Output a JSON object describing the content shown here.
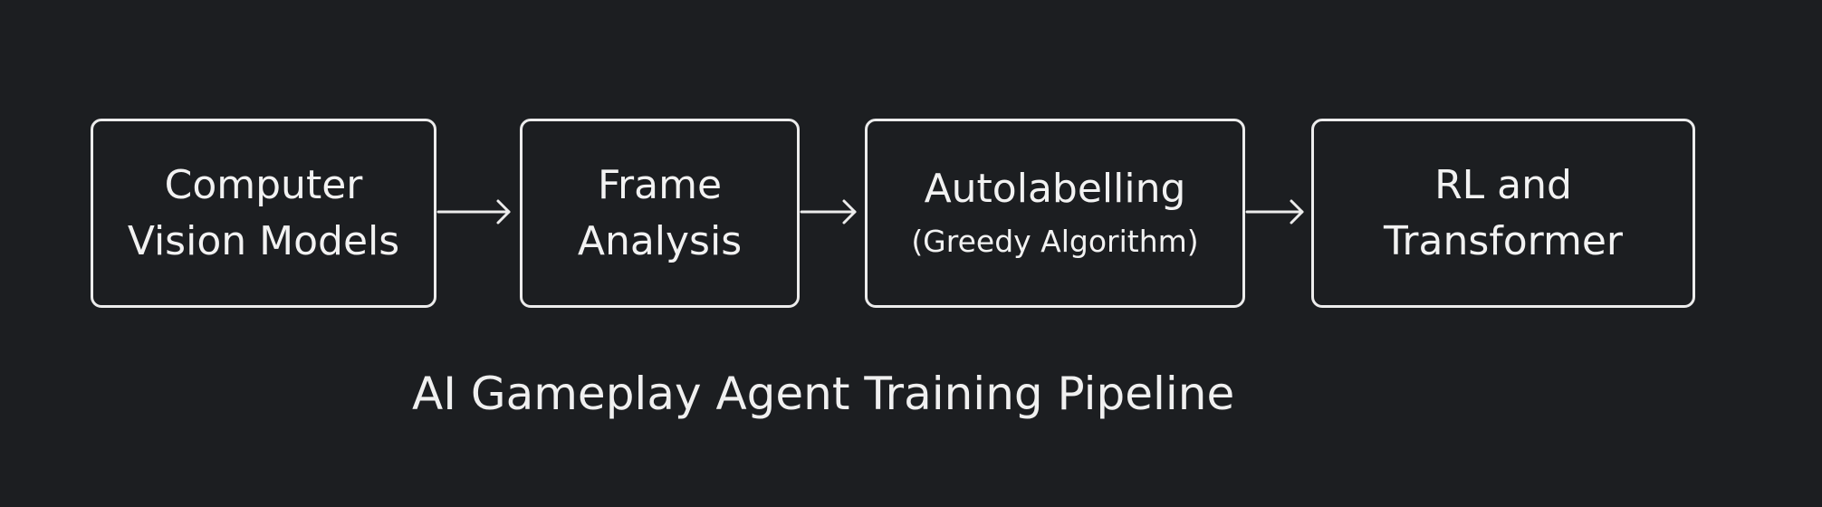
{
  "pipeline": {
    "steps": [
      {
        "lines": [
          "Computer",
          "Vision Models"
        ]
      },
      {
        "lines": [
          "Frame",
          "Analysis"
        ]
      },
      {
        "lines": [
          "Autolabelling",
          "(Greedy Algorithm)"
        ]
      },
      {
        "lines": [
          "RL and",
          "Transformer"
        ]
      }
    ]
  },
  "title": "AI Gameplay Agent Training Pipeline",
  "colors": {
    "background": "#1c1e21",
    "foreground": "#ececec"
  }
}
